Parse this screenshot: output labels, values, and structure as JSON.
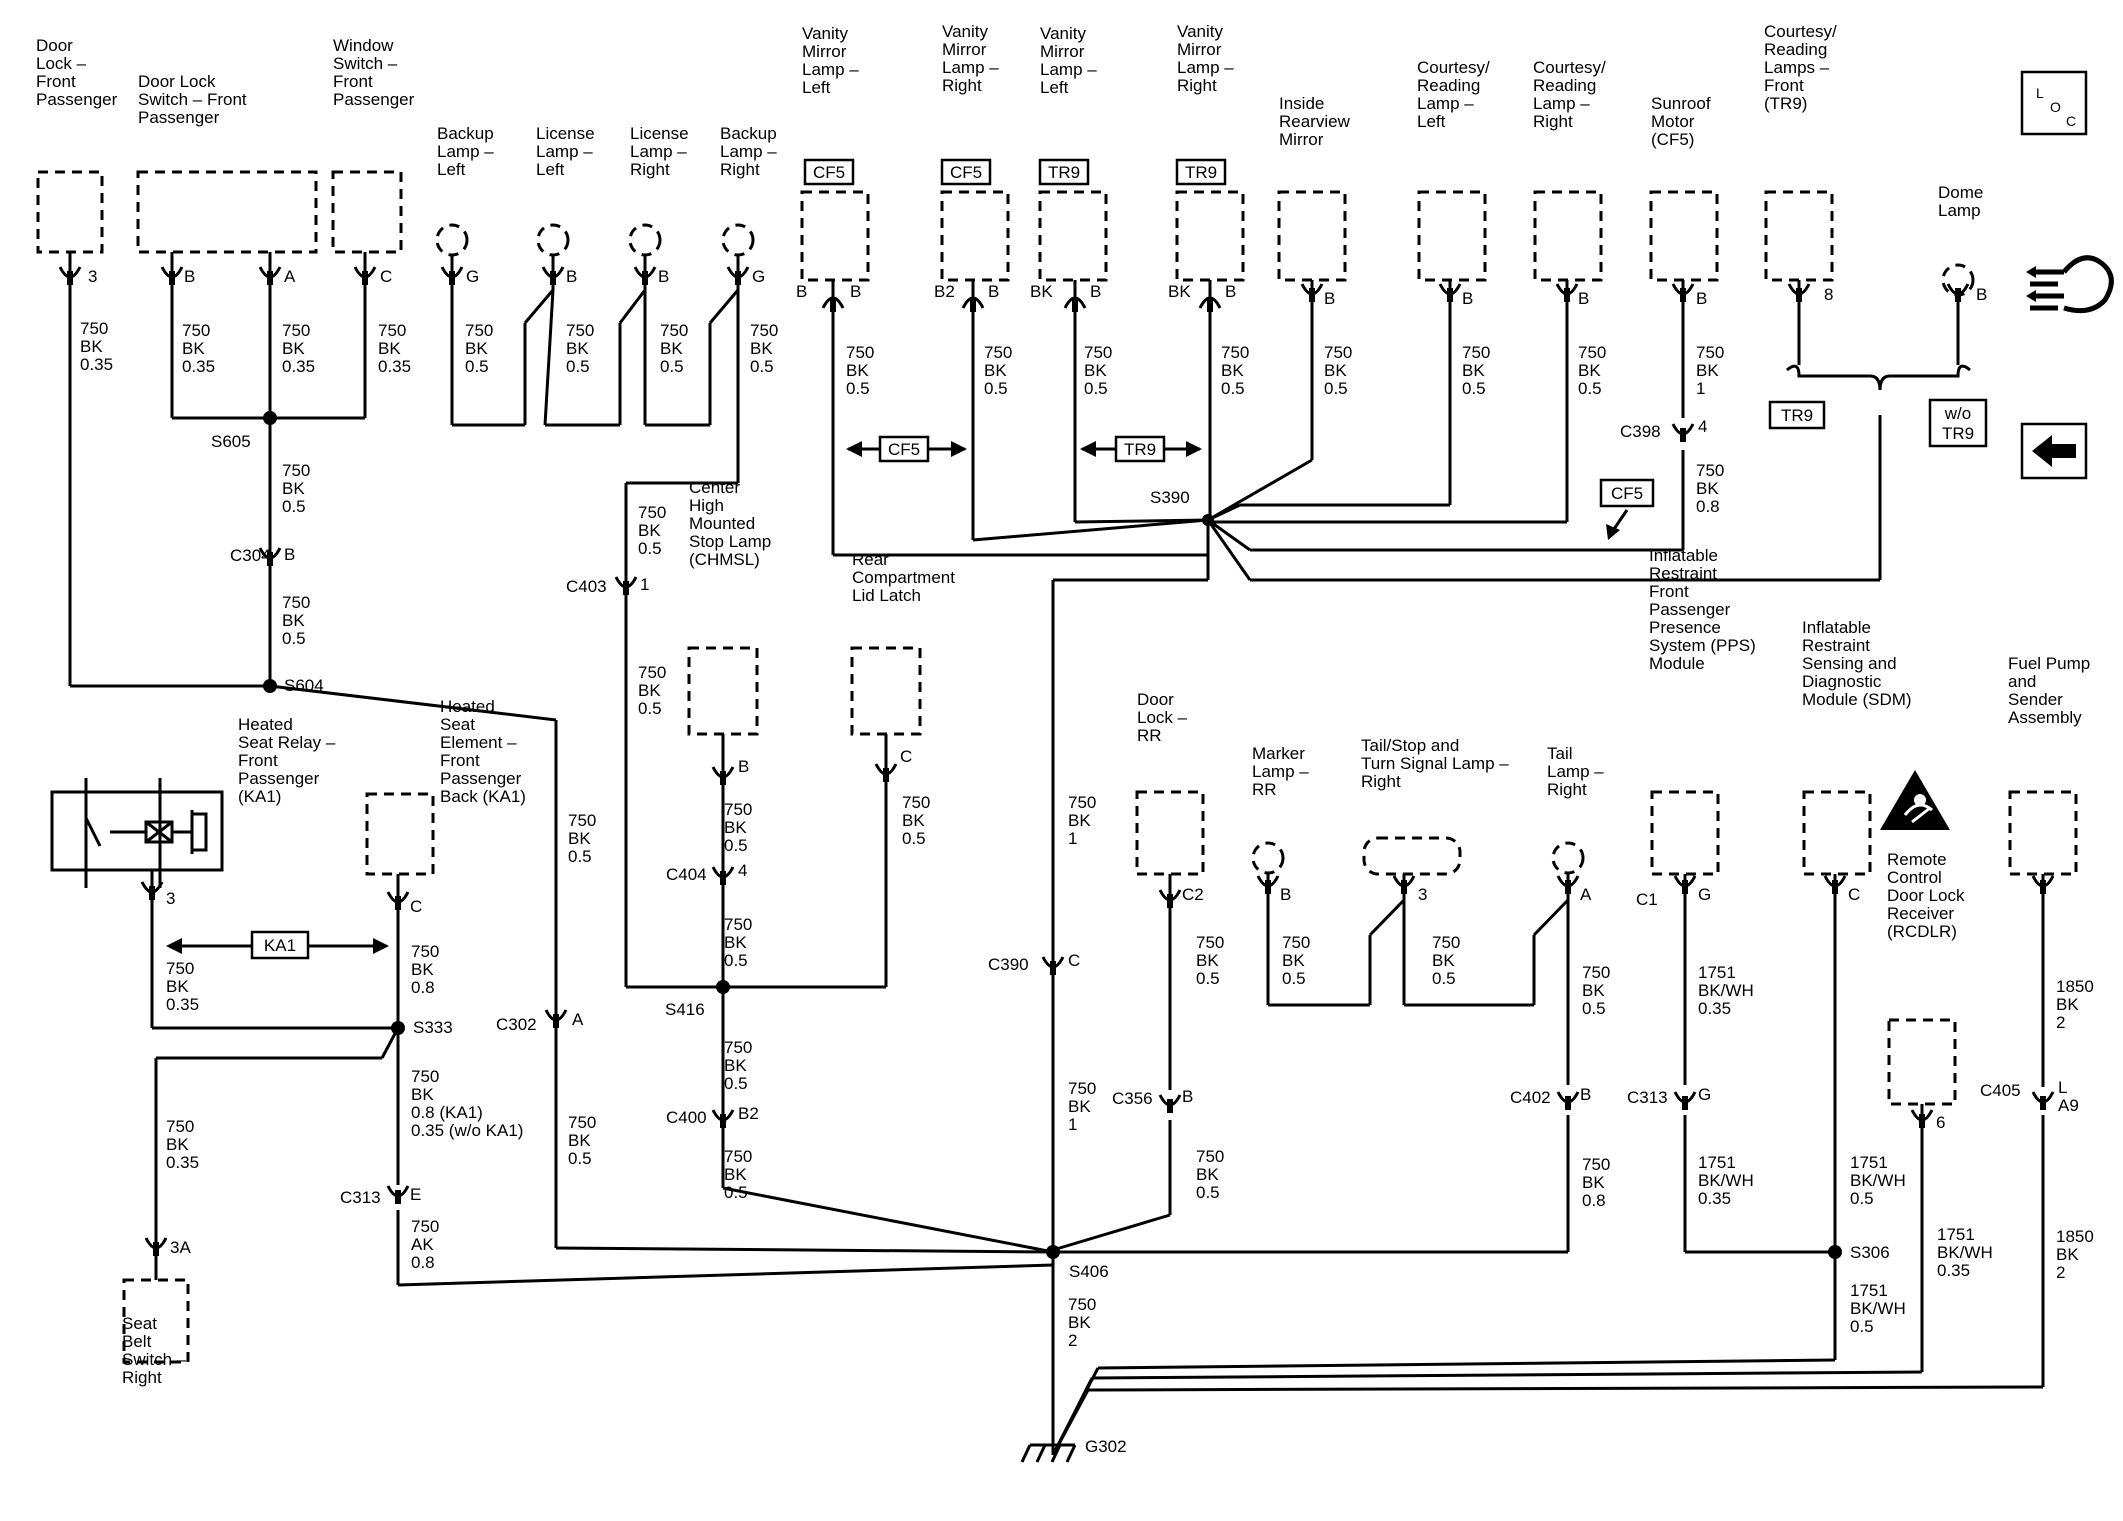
{
  "components": [
    {
      "lines": [
        "Door",
        "Lock –",
        "Front",
        "Passenger"
      ]
    },
    {
      "lines": [
        "Door Lock",
        "Switch – Front",
        "Passenger"
      ]
    },
    {
      "lines": [
        "Window",
        "Switch –",
        "Front",
        "Passenger"
      ]
    },
    {
      "lines": [
        "Backup",
        "Lamp –",
        "Left"
      ]
    },
    {
      "lines": [
        "License",
        "Lamp –",
        "Left"
      ]
    },
    {
      "lines": [
        "License",
        "Lamp –",
        "Right"
      ]
    },
    {
      "lines": [
        "Backup",
        "Lamp –",
        "Right"
      ]
    },
    {
      "lines": [
        "Vanity",
        "Mirror",
        "Lamp –",
        "Left"
      ]
    },
    {
      "lines": [
        "Vanity",
        "Mirror",
        "Lamp –",
        "Right"
      ]
    },
    {
      "lines": [
        "Vanity",
        "Mirror",
        "Lamp –",
        "Left"
      ]
    },
    {
      "lines": [
        "Vanity",
        "Mirror",
        "Lamp –",
        "Right"
      ]
    },
    {
      "lines": [
        "Inside",
        "Rearview",
        "Mirror"
      ]
    },
    {
      "lines": [
        "Courtesy/",
        "Reading",
        "Lamp –",
        "Left"
      ]
    },
    {
      "lines": [
        "Courtesy/",
        "Reading",
        "Lamp –",
        "Right"
      ]
    },
    {
      "lines": [
        "Sunroof",
        "Motor",
        "(CF5)"
      ]
    },
    {
      "lines": [
        "Courtesy/",
        "Reading",
        "Lamps –",
        "Front",
        "(TR9)"
      ]
    },
    {
      "lines": [
        "Dome",
        "Lamp"
      ]
    },
    {
      "lines": [
        "Center",
        "High",
        "Mounted",
        "Stop Lamp",
        "(CHMSL)"
      ]
    },
    {
      "lines": [
        "Rear",
        "Compartment",
        "Lid Latch"
      ]
    },
    {
      "lines": [
        "Heated",
        "Seat Relay –",
        "Front",
        "Passenger",
        "(KA1)"
      ]
    },
    {
      "lines": [
        "Heated",
        "Seat",
        "Element –",
        "Front",
        "Passenger",
        "Back (KA1)"
      ]
    },
    {
      "lines": [
        "Seat",
        "Belt",
        "Switch –",
        "Right"
      ]
    },
    {
      "lines": [
        "Door",
        "Lock –",
        "RR"
      ]
    },
    {
      "lines": [
        "Marker",
        "Lamp –",
        "RR"
      ]
    },
    {
      "lines": [
        "Tail/Stop and",
        "Turn Signal Lamp –",
        "Right"
      ]
    },
    {
      "lines": [
        "Tail",
        "Lamp –",
        "Right"
      ]
    },
    {
      "lines": [
        "Inflatable",
        "Restraint",
        "Front",
        "Passenger",
        "Presence",
        "System (PPS)",
        "Module"
      ]
    },
    {
      "lines": [
        "Inflatable",
        "Restraint",
        "Sensing and",
        "Diagnostic",
        "Module (SDM)"
      ]
    },
    {
      "lines": [
        "Fuel Pump",
        "and",
        "Sender",
        "Assembly"
      ]
    },
    {
      "lines": [
        "Remote",
        "Control",
        "Door Lock",
        "Receiver",
        "(RCDLR)"
      ]
    }
  ],
  "option_tags": [
    "CF5",
    "CF5",
    "TR9",
    "TR9",
    "CF5",
    "TR9",
    "TR9",
    "w/o TR9",
    "CF5",
    "KA1"
  ],
  "pins": [
    "3",
    "B",
    "A",
    "C",
    "G",
    "B",
    "B",
    "G",
    "B",
    "B",
    "B",
    "B",
    "B",
    "B",
    "B",
    "B",
    "8",
    "B",
    "B",
    "1",
    "B",
    "4",
    "B2",
    "C",
    "C",
    "3",
    "C",
    "E",
    "C2",
    "B",
    "B",
    "3",
    "A",
    "B",
    "G",
    "G",
    "C",
    "6",
    "L",
    "A9",
    "4",
    "A",
    "3A",
    "B",
    "B2",
    "BK",
    "BK",
    "BK",
    "BK"
  ],
  "connectors": [
    "C304",
    "C403",
    "C404",
    "C400",
    "C302",
    "C313",
    "C390",
    "C356",
    "C402",
    "C313",
    "C398",
    "C405",
    "C1"
  ],
  "splices": [
    "S605",
    "S604",
    "S390",
    "S416",
    "S333",
    "S406",
    "S306"
  ],
  "ground": "G302",
  "wire_labels": [
    {
      "lines": [
        "750",
        "BK",
        "0.35"
      ]
    },
    {
      "lines": [
        "750",
        "BK",
        "0.35"
      ]
    },
    {
      "lines": [
        "750",
        "BK",
        "0.35"
      ]
    },
    {
      "lines": [
        "750",
        "BK",
        "0.35"
      ]
    },
    {
      "lines": [
        "750",
        "BK",
        "0.5"
      ]
    },
    {
      "lines": [
        "750",
        "BK",
        "0.5"
      ]
    },
    {
      "lines": [
        "750",
        "BK",
        "0.5"
      ]
    },
    {
      "lines": [
        "750",
        "BK",
        "0.5"
      ]
    },
    {
      "lines": [
        "750",
        "BK",
        "0.5"
      ]
    },
    {
      "lines": [
        "750",
        "BK",
        "0.5"
      ]
    },
    {
      "lines": [
        "750",
        "BK",
        "0.5"
      ]
    },
    {
      "lines": [
        "750",
        "BK",
        "0.5"
      ]
    },
    {
      "lines": [
        "750",
        "BK",
        "0.5"
      ]
    },
    {
      "lines": [
        "750",
        "BK",
        "0.5"
      ]
    },
    {
      "lines": [
        "750",
        "BK",
        "0.5"
      ]
    },
    {
      "lines": [
        "750",
        "BK",
        "0.5"
      ]
    },
    {
      "lines": [
        "750",
        "BK",
        "0.5"
      ]
    },
    {
      "lines": [
        "750",
        "BK",
        "1"
      ]
    },
    {
      "lines": [
        "750",
        "BK",
        "0.8"
      ]
    },
    {
      "lines": [
        "750",
        "BK",
        "0.5"
      ]
    },
    {
      "lines": [
        "750",
        "BK",
        "0.5"
      ]
    },
    {
      "lines": [
        "750",
        "BK",
        "0.5"
      ]
    },
    {
      "lines": [
        "750",
        "BK",
        "0.5"
      ]
    },
    {
      "lines": [
        "750",
        "BK",
        "0.5"
      ]
    },
    {
      "lines": [
        "750",
        "BK",
        "0.5"
      ]
    },
    {
      "lines": [
        "750",
        "BK",
        "0.5"
      ]
    },
    {
      "lines": [
        "750",
        "BK",
        "0.5"
      ]
    },
    {
      "lines": [
        "750",
        "BK",
        "0.5"
      ]
    },
    {
      "lines": [
        "750",
        "BK",
        "0.35"
      ]
    },
    {
      "lines": [
        "750",
        "BK",
        "0.8"
      ]
    },
    {
      "lines": [
        "750",
        "BK",
        "0.8 (KA1)",
        "0.35 (w/o KA1)"
      ]
    },
    {
      "lines": [
        "750",
        "AK",
        "0.8"
      ]
    },
    {
      "lines": [
        "750",
        "BK",
        "0.35"
      ]
    },
    {
      "lines": [
        "750",
        "BK",
        "1"
      ]
    },
    {
      "lines": [
        "750",
        "BK",
        "1"
      ]
    },
    {
      "lines": [
        "750",
        "BK",
        "2"
      ]
    },
    {
      "lines": [
        "750",
        "BK",
        "0.5"
      ]
    },
    {
      "lines": [
        "750",
        "BK",
        "0.5"
      ]
    },
    {
      "lines": [
        "750",
        "BK",
        "0.5"
      ]
    },
    {
      "lines": [
        "750",
        "BK",
        "0.5"
      ]
    },
    {
      "lines": [
        "750",
        "BK",
        "0.5"
      ]
    },
    {
      "lines": [
        "750",
        "BK",
        "0.8"
      ]
    },
    {
      "lines": [
        "1751",
        "BK/WH",
        "0.35"
      ]
    },
    {
      "lines": [
        "1751",
        "BK/WH",
        "0.35"
      ]
    },
    {
      "lines": [
        "1751",
        "BK/WH",
        "0.5"
      ]
    },
    {
      "lines": [
        "1751",
        "BK/WH",
        "0.5"
      ]
    },
    {
      "lines": [
        "1751",
        "BK/WH",
        "0.35"
      ]
    },
    {
      "lines": [
        "1850",
        "BK",
        "2"
      ]
    },
    {
      "lines": [
        "1850",
        "BK",
        "2"
      ]
    }
  ],
  "loc_icon": {
    "letters": [
      "L",
      "O",
      "C"
    ]
  },
  "icons": [
    "loc-icon",
    "harness-icon",
    "back-arrow-icon",
    "airbag-warning-icon",
    "relay-icon",
    "ground-icon"
  ]
}
